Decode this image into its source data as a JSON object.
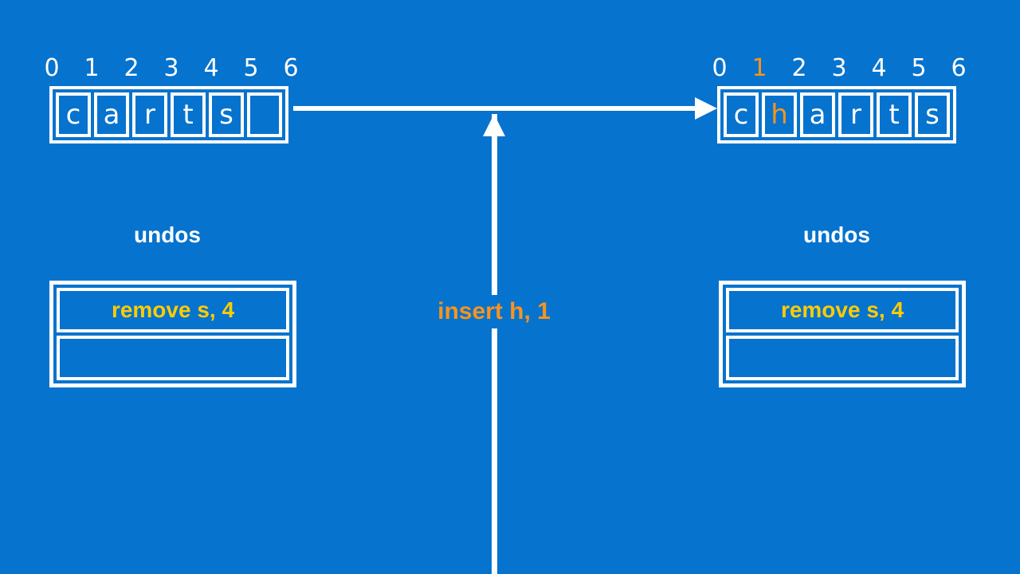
{
  "theme": {
    "background": "#0673ce",
    "stroke": "#ffffff",
    "accent_orange": "#f7941e",
    "accent_yellow": "#ffcc00"
  },
  "left_panel": {
    "indices": [
      "0",
      "1",
      "2",
      "3",
      "4",
      "5",
      "6"
    ],
    "highlight_index": null,
    "cells": [
      "c",
      "a",
      "r",
      "t",
      "s",
      ""
    ],
    "highlight_cell": null,
    "undos_label": "undos",
    "stack_items": [
      "remove s, 4",
      ""
    ]
  },
  "right_panel": {
    "indices": [
      "0",
      "1",
      "2",
      "3",
      "4",
      "5",
      "6"
    ],
    "highlight_index": 1,
    "cells": [
      "c",
      "h",
      "a",
      "r",
      "t",
      "s"
    ],
    "highlight_cell": 1,
    "undos_label": "undos",
    "stack_items": [
      "remove s, 4",
      ""
    ]
  },
  "operation": {
    "label": "insert h, 1"
  }
}
